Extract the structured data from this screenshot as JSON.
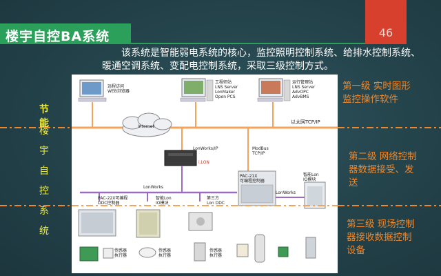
{
  "slide": {
    "title": "楼宇自控BA系统",
    "page_number": "46",
    "description": "该系统是智能弱电系统的核心，监控照明控制系统、给排水控制系统、暖通空调系统、变配电控制系统，采取三级控制方式。",
    "side_title": "节能",
    "side_chars": [
      "楼",
      "宇",
      "自",
      "控",
      "系",
      "统"
    ]
  },
  "levels": [
    {
      "lines": [
        "第一级  实时图形",
        "监控操作软件"
      ]
    },
    {
      "lines": [
        "第二级  网络控制",
        "器数据接受、发",
        "送"
      ]
    },
    {
      "lines": [
        "第三级  现场控制",
        "器接收数据控制",
        "设备"
      ]
    }
  ],
  "diagram": {
    "workstations": [
      {
        "lines": [
          "远程访问",
          "WEB浏览器"
        ]
      },
      {
        "lines": [
          "工程师站",
          "LNS Server",
          "LonMaker",
          "Open PCS"
        ]
      },
      {
        "lines": [
          "运行管理站",
          "LNS Server",
          "AdvOPC",
          "AdvBMS"
        ]
      }
    ],
    "ethernet_label": "以太网TCP/IP",
    "internet_label": "Internet",
    "lonworks_ip_label": "LonWorks/IP",
    "ilon_label": "i.LON",
    "modbus_label": [
      "ModBus",
      "TCP/IP"
    ],
    "pac_right_label": [
      "PAC-21X",
      "可编程控制器"
    ],
    "io_right_label": [
      "智能Lon",
      "IO模块"
    ],
    "lonworks_labels": [
      "LonWorks",
      "LonWorks"
    ],
    "pac_left_label": [
      "PAC-22X可编程",
      "DDC控制器"
    ],
    "io_left_label": [
      "智能Lon",
      "IO模块"
    ],
    "third_party_label": [
      "第三方",
      "Lon DDC"
    ],
    "sensor_labels": [
      [
        "传感器",
        "执行器"
      ],
      [
        "传感器",
        "执行器"
      ],
      [
        "传感器",
        "执行器"
      ]
    ]
  },
  "colors": {
    "accent_orange": "#f0872a",
    "accent_yellow": "#f0ec3a",
    "title_green": "#2aa05a",
    "page_red": "#d8402e",
    "lonworks_purple": "#9b6bc0",
    "ethernet_orange": "#f4a35a"
  }
}
